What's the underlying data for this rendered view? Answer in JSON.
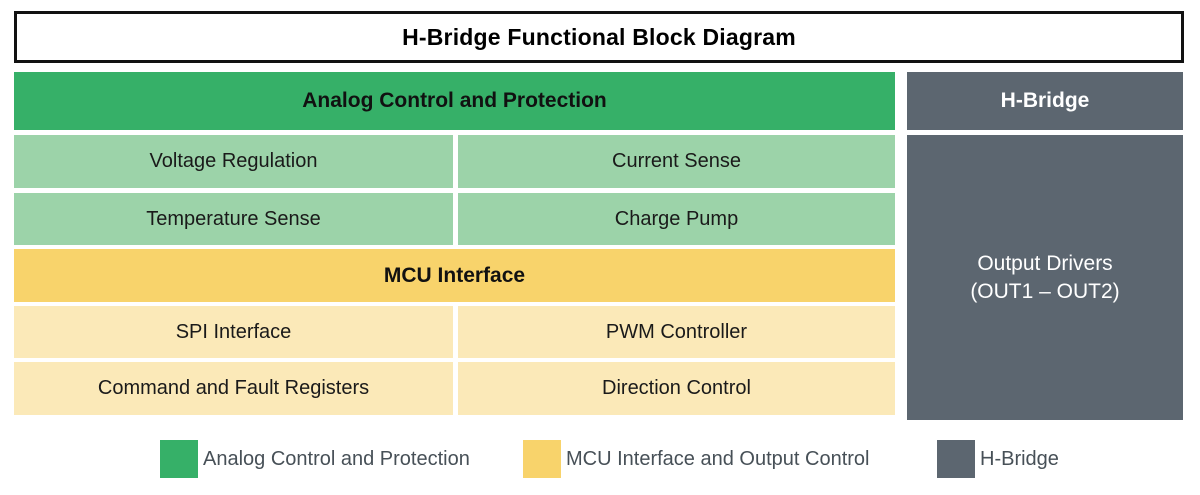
{
  "title": "H-Bridge Functional Block Diagram",
  "colors": {
    "analog_header": "#36B068",
    "analog_cell": "#9CD3A9",
    "mcu_header": "#F8D36B",
    "mcu_cell": "#FBE9B8",
    "hbridge": "#5C6670",
    "title_border": "#111111",
    "legend_text": "#475057"
  },
  "sections": {
    "analog": {
      "header": "Analog Control and Protection",
      "cells": [
        "Voltage Regulation",
        "Current Sense",
        "Temperature Sense",
        "Charge Pump"
      ]
    },
    "mcu": {
      "header": "MCU Interface",
      "cells": [
        "SPI Interface",
        "PWM Controller",
        "Command and Fault Registers",
        "Direction Control"
      ]
    },
    "hbridge": {
      "header": "H-Bridge",
      "block": {
        "line1": "Output Drivers",
        "line2": "(OUT1 – OUT2)"
      }
    }
  },
  "legend": {
    "items": [
      {
        "label": "Analog Control and Protection",
        "color": "#36B068"
      },
      {
        "label": "MCU Interface and Output Control",
        "color": "#F8D36B"
      },
      {
        "label": "H-Bridge",
        "color": "#5C6670"
      }
    ]
  }
}
